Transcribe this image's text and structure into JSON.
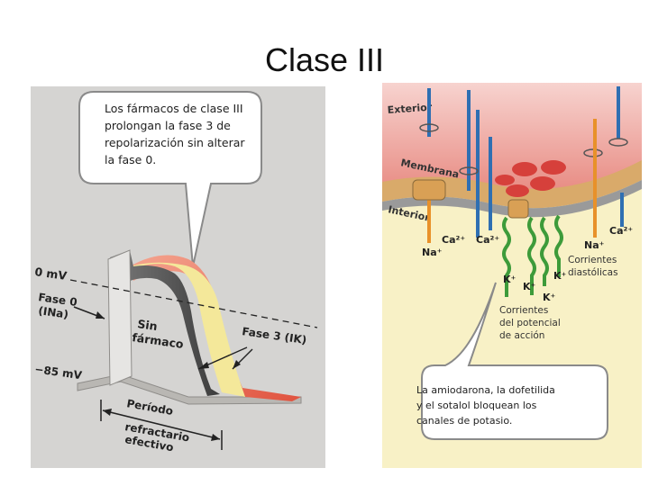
{
  "slide": {
    "title": "Clase III"
  },
  "left_panel": {
    "callout_lines": [
      "Los fármacos de clase III",
      "prolongan la fase 3 de",
      "repolarización sin alterar",
      "la fase 0."
    ],
    "label_0mv": "0 mV",
    "fase0_line1": "Fase 0",
    "fase0_line2": "(INa)",
    "label_85mv": "−85 mV",
    "sin_farmaco_line1": "Sin",
    "sin_farmaco_line2": "fármaco",
    "fase3_label": "Fase 3 (IK)",
    "periodo_lines": [
      "Período",
      "refractario",
      "efectivo"
    ]
  },
  "right_panel": {
    "exterior": "Exterior",
    "membrana": "Membrana",
    "interior": "Interior",
    "ions": {
      "na": "Na⁺",
      "ca": "Ca²⁺",
      "k": "K⁺"
    },
    "corrientes_diastolicas": [
      "Corrientes",
      "diastólicas"
    ],
    "corrientes_potencial": [
      "Corrientes",
      "del potencial",
      "de acción"
    ],
    "callout_lines": [
      "La amiodarona, la dofetilida",
      "y el sotalol bloquean los",
      "canales de potasio."
    ]
  },
  "colors": {
    "panel_bg": "#d5d4d2",
    "membrane_red": "#e25a4f",
    "interior_bg": "#f8f1c6",
    "k_green": "#3d9b3a",
    "ca_blue": "#2f6fb2",
    "na_orange": "#e8912a"
  }
}
